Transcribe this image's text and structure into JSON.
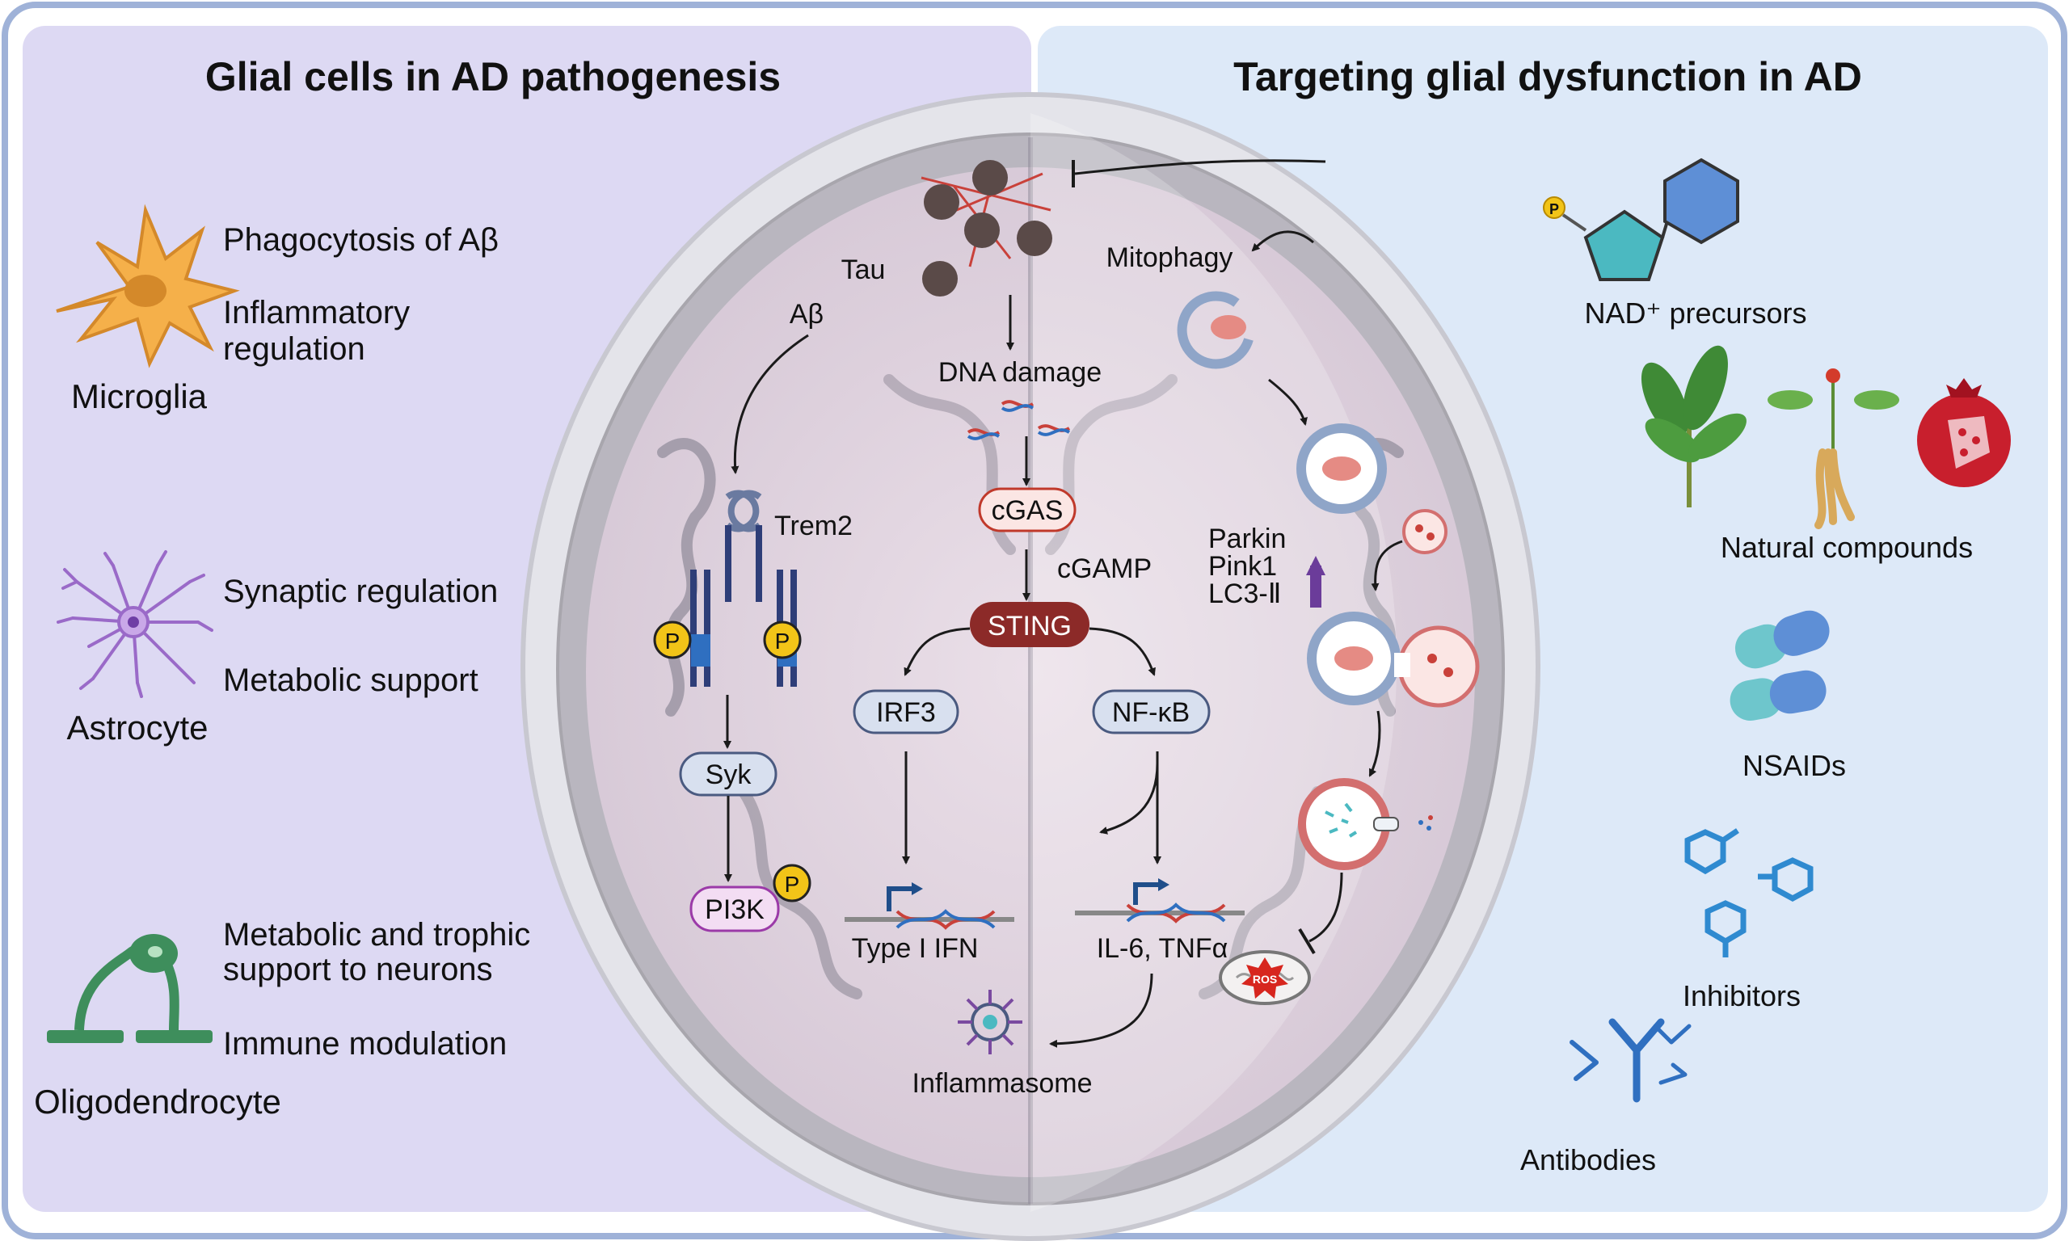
{
  "left_panel": {
    "title": "Glial cells in AD pathogenesis",
    "cells": [
      {
        "name": "Microglia",
        "roles": [
          "Phagocytosis of Aβ",
          "Inflammatory",
          "regulation"
        ]
      },
      {
        "name": "Astrocyte",
        "roles": [
          "Synaptic regulation",
          "Metabolic support"
        ]
      },
      {
        "name": "Oligodendrocyte",
        "roles": [
          "Metabolic and trophic",
          "support to neurons",
          "Immune modulation"
        ]
      }
    ]
  },
  "right_panel": {
    "title": "Targeting glial dysfunction in AD",
    "therapies": [
      "NAD⁺ precursors",
      "Natural compounds",
      "NSAIDs",
      "Inhibitors",
      "Antibodies"
    ]
  },
  "center": {
    "tau": "Tau",
    "abeta": "Aβ",
    "trem2": "Trem2",
    "syk": "Syk",
    "pi3k": "PI3K",
    "phospho": "P",
    "dna_damage": "DNA damage",
    "cgas": "cGAS",
    "cgamp": "cGAMP",
    "sting": "STING",
    "irf3": "IRF3",
    "nfkb": "NF-κB",
    "type1_ifn": "Type I IFN",
    "cytokines": "IL-6, TNFα",
    "inflammasome": "Inflammasome",
    "mitophagy": "Mitophagy",
    "mito_markers": [
      "Parkin",
      "Pink1",
      "LC3-Ⅱ"
    ],
    "ros": "ROS"
  },
  "colors": {
    "left_bg": "#ddd9f3",
    "right_bg": "#dde9f8",
    "frame": "#9fb2d8",
    "sting_fill": "#8c2a28",
    "node_fill": "#d8e0ef",
    "node_stroke": "#4a5a80",
    "pi3k_stroke": "#9b3aa8",
    "cgas_stroke": "#c0392b",
    "phospho": "#f2c418",
    "purple_arrow": "#6b3c9a",
    "microglia": "#f5b04a",
    "astrocyte": "#9a6ac8",
    "oligo": "#3e8e5c",
    "teal": "#4bb9c1",
    "blue": "#2f6fc0"
  }
}
